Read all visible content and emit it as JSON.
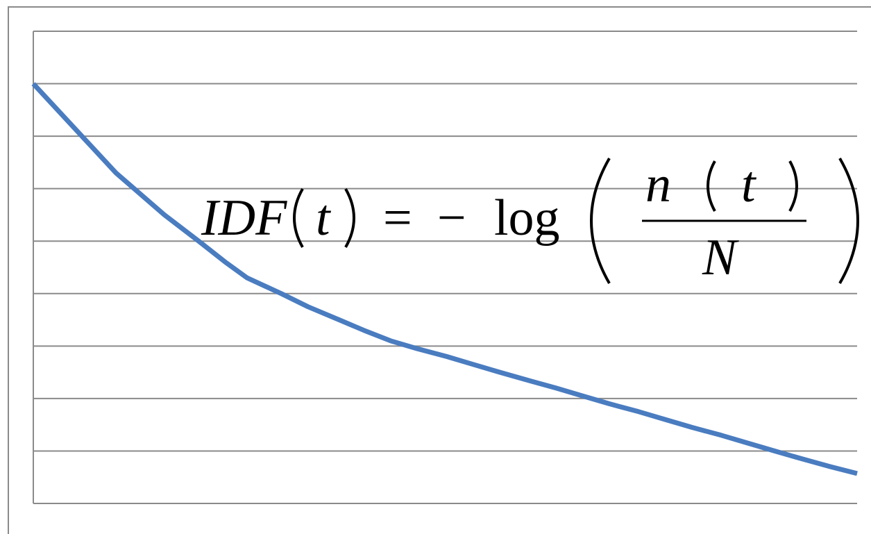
{
  "chart_data": {
    "type": "line",
    "title": "",
    "xlabel": "",
    "ylabel": "",
    "grid": true,
    "legend": "none",
    "series_color": "#4a7cc0",
    "grid_color": "#8a8a8a",
    "ylim": [
      0,
      9
    ],
    "xlim": [
      1,
      1000
    ],
    "x": [
      1,
      2,
      3,
      4,
      5,
      6,
      8,
      10,
      13,
      16,
      20,
      25,
      32,
      40,
      50,
      63,
      80,
      100,
      125,
      160,
      200,
      250,
      320,
      400,
      500,
      630,
      800,
      1000
    ],
    "values": [
      8.0,
      6.3,
      5.5,
      5.0,
      4.6,
      4.3,
      4.0,
      3.75,
      3.5,
      3.3,
      3.1,
      2.95,
      2.8,
      2.65,
      2.5,
      2.35,
      2.2,
      2.05,
      1.9,
      1.75,
      1.6,
      1.45,
      1.3,
      1.15,
      1.0,
      0.85,
      0.7,
      0.57
    ],
    "annotation": {
      "lhs_fn": "IDF",
      "lhs_var": "t",
      "eq": "=",
      "minus": "−",
      "log": "log",
      "numerator_fn": "n",
      "numerator_var": "t",
      "denominator": "N"
    }
  }
}
